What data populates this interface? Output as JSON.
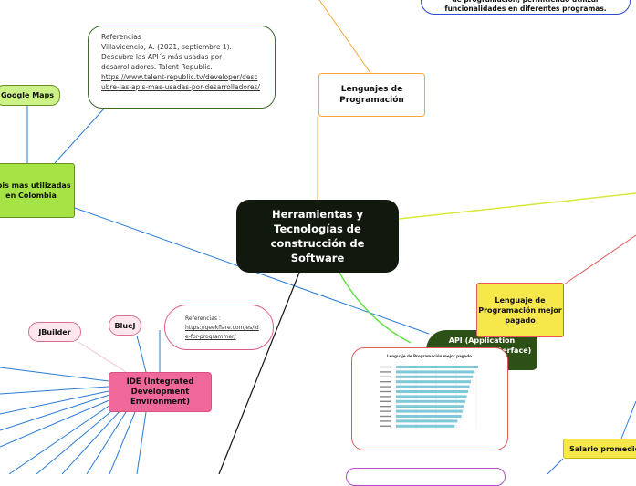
{
  "central": {
    "title": "Herramientas y Tecnologías de construcción de Software"
  },
  "lenguajes": {
    "label": "Lenguajes de Programación"
  },
  "top_right_box": {
    "text": "de programación, permitiendo utilizar funcionalidades en diferentes programas."
  },
  "referencias_apis": {
    "title": "Referencias",
    "citation": "Villavicencio, A. (2021, septiembre 1). Descubre las API´s más usadas por desarrolladores. Talent Republic.",
    "link": "https://www.talent-republic.tv/developer/descubre-las-apis-mas-usadas-por-desarrolladores/"
  },
  "google_maps": {
    "label": "Google Maps"
  },
  "apis_colombia": {
    "label": "Apis mas utilizadas en Colombia"
  },
  "ide": {
    "label": "IDE (Integrated Development Environment)"
  },
  "jbuilder": {
    "label": "JBuilder"
  },
  "bluej": {
    "label": "BlueJ"
  },
  "referencias_ide": {
    "title": "Referencias :",
    "link": "https://geekflare.com/es/ide-for-programmer/"
  },
  "api": {
    "label": "API (Application Programming Interface)"
  },
  "lenguaje_mejor_pagado": {
    "label": "Lenguaje de Programación mejor pagado"
  },
  "salario": {
    "label": "Salario promedio s"
  },
  "colors": {
    "central_bg": "#11180d",
    "lenguajes_border": "#f4a836",
    "apis_bg": "#a6e445",
    "ide_bg": "#f0689a",
    "api_bg": "#2d5016",
    "lenguaje_bg": "#f6e84a",
    "chart_bar": "#7ec8d8"
  },
  "chart_data": {
    "type": "bar",
    "orientation": "horizontal",
    "title": "Lenguaje de Programación mejor pagado",
    "series": [
      {
        "values": [
          123,
          118,
          115,
          112,
          110,
          108,
          106,
          104,
          102,
          100,
          98,
          92,
          88
        ]
      }
    ],
    "bar_color": "#7ec8d8"
  }
}
